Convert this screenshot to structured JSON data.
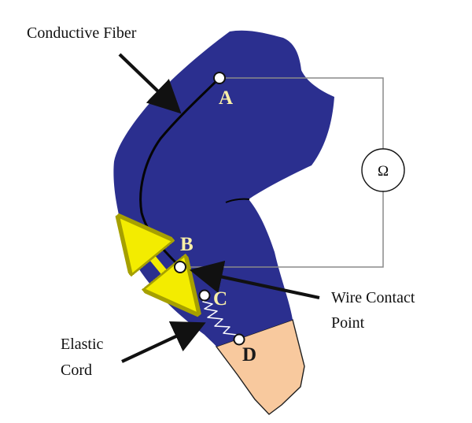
{
  "labels": {
    "conductive_fiber": "Conductive Fiber",
    "wire_contact_line1": "Wire Contact",
    "wire_contact_line2": "Point",
    "elastic_cord_line1": "Elastic",
    "elastic_cord_line2": "Cord"
  },
  "points": {
    "a": "A",
    "b": "B",
    "c": "C",
    "d": "D"
  },
  "meter": {
    "symbol": "Ω"
  },
  "colors": {
    "sleeve": "#2B2F8F",
    "skin": "#F8C99E",
    "point_label_light": "#F8EFA8",
    "point_label_dark": "#1A1A1A",
    "arrow_yellow": "#F3EC00",
    "wire_gray": "#8A8A8A"
  }
}
